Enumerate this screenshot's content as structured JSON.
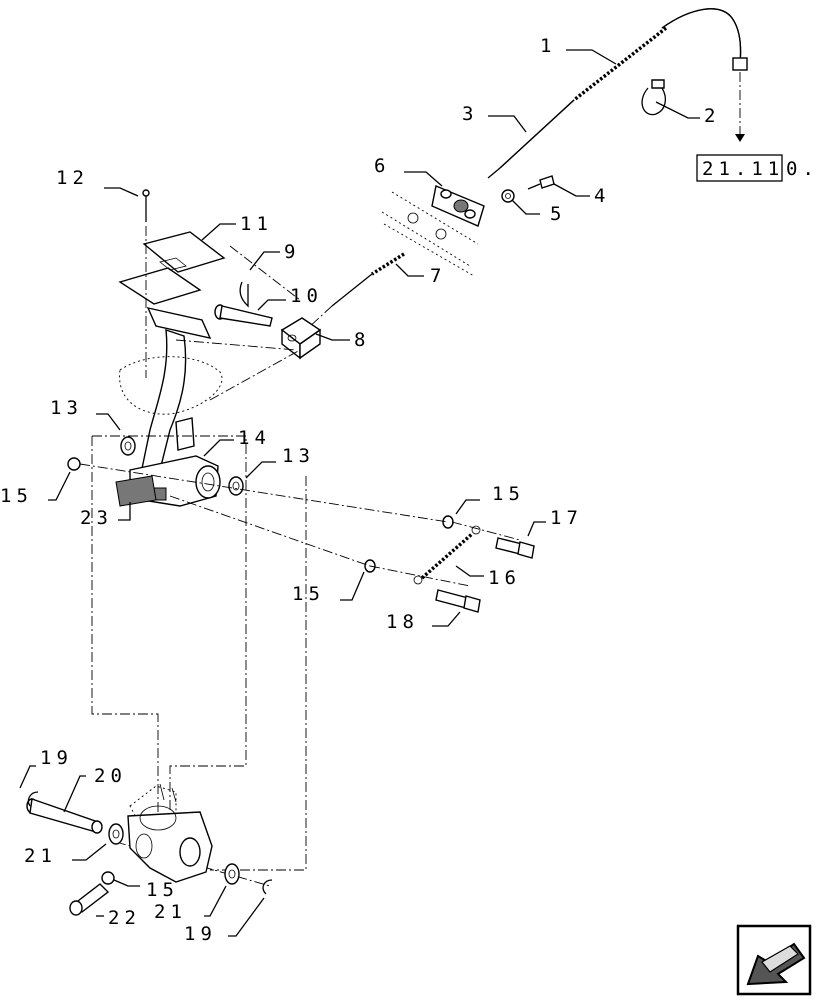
{
  "labels": {
    "c1": "1",
    "c2": "2",
    "c3": "3",
    "c4": "4",
    "c5": "5",
    "c6": "6",
    "c7": "7",
    "c8": "8",
    "c9": "9",
    "c10": "10",
    "c11": "11",
    "c12": "12",
    "c13a": "13",
    "c13b": "13",
    "c14": "14",
    "c15a": "15",
    "c15b": "15",
    "c15c": "15",
    "c15d": "15",
    "c16": "16",
    "c17": "17",
    "c18": "18",
    "c19a": "19",
    "c19b": "19",
    "c20": "20",
    "c21a": "21",
    "c21b": "21",
    "c22": "22",
    "c23": "23"
  },
  "reference": {
    "boxed": "21.11",
    "suffix": "0."
  },
  "icons": {
    "nav": "previous-page-arrow-icon"
  }
}
